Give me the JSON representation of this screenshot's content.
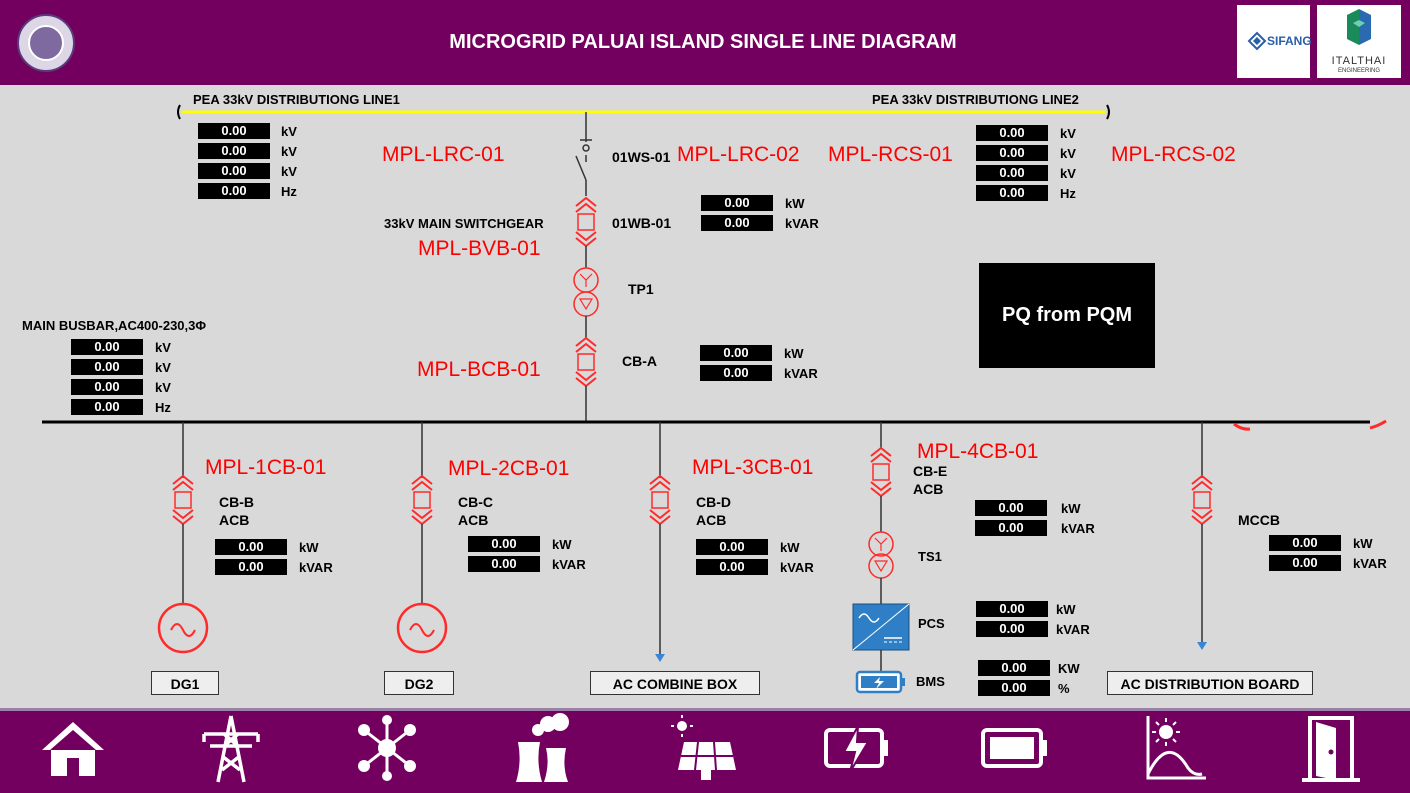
{
  "header": {
    "title": "MICROGRID PALUAI ISLAND SINGLE LINE DIAGRAM",
    "logo_sifang": "SIFANG",
    "logo_italthai": "ITALTHAI",
    "logo_italthai_sub": "ENGINEERING"
  },
  "lines": {
    "pea1": "PEA 33kV DISTRIBUTIONG LINE1",
    "pea2": "PEA 33kV DISTRIBUTIONG LINE2",
    "main_switchgear": "33kV MAIN SWITCHGEAR",
    "main_busbar": "MAIN BUSBAR,AC400-230,3Φ"
  },
  "tags": {
    "lrc01": "MPL-LRC-01",
    "lrc02": "MPL-LRC-02",
    "rcs01": "MPL-RCS-01",
    "rcs02": "MPL-RCS-02",
    "bvb01": "MPL-BVB-01",
    "bcb01": "MPL-BCB-01",
    "cb1": "MPL-1CB-01",
    "cb2": "MPL-2CB-01",
    "cb3": "MPL-3CB-01",
    "cb4": "MPL-4CB-01"
  },
  "equipment": {
    "ws01": "01WS-01",
    "wb01": "01WB-01",
    "tp1": "TP1",
    "cba": "CB-A",
    "cbb": "CB-B",
    "cbc": "CB-C",
    "cbd": "CB-D",
    "cbe": "CB-E",
    "acb": "ACB",
    "mccb": "MCCB",
    "ts1": "TS1",
    "pcs": "PCS",
    "bms": "BMS"
  },
  "boxes": {
    "dg1": "DG1",
    "dg2": "DG2",
    "ac_combine": "AC COMBINE BOX",
    "ac_dist": "AC DISTRIBUTION BOARD"
  },
  "pq_label": "PQ from PQM",
  "readings": {
    "line1": [
      {
        "value": "0.00",
        "unit": "kV"
      },
      {
        "value": "0.00",
        "unit": "kV"
      },
      {
        "value": "0.00",
        "unit": "kV"
      },
      {
        "value": "0.00",
        "unit": "Hz"
      }
    ],
    "line2": [
      {
        "value": "0.00",
        "unit": "kV"
      },
      {
        "value": "0.00",
        "unit": "kV"
      },
      {
        "value": "0.00",
        "unit": "kV"
      },
      {
        "value": "0.00",
        "unit": "Hz"
      }
    ],
    "busbar": [
      {
        "value": "0.00",
        "unit": "kV"
      },
      {
        "value": "0.00",
        "unit": "kV"
      },
      {
        "value": "0.00",
        "unit": "kV"
      },
      {
        "value": "0.00",
        "unit": "Hz"
      }
    ],
    "wb01": [
      {
        "value": "0.00",
        "unit": "kW"
      },
      {
        "value": "0.00",
        "unit": "kVAR"
      }
    ],
    "cba": [
      {
        "value": "0.00",
        "unit": "kW"
      },
      {
        "value": "0.00",
        "unit": "kVAR"
      }
    ],
    "cbb": [
      {
        "value": "0.00",
        "unit": "kW"
      },
      {
        "value": "0.00",
        "unit": "kVAR"
      }
    ],
    "cbc": [
      {
        "value": "0.00",
        "unit": "kW"
      },
      {
        "value": "0.00",
        "unit": "kVAR"
      }
    ],
    "cbd": [
      {
        "value": "0.00",
        "unit": "kW"
      },
      {
        "value": "0.00",
        "unit": "kVAR"
      }
    ],
    "cbe": [
      {
        "value": "0.00",
        "unit": "kW"
      },
      {
        "value": "0.00",
        "unit": "kVAR"
      }
    ],
    "mccb": [
      {
        "value": "0.00",
        "unit": "kW"
      },
      {
        "value": "0.00",
        "unit": "kVAR"
      }
    ],
    "pcs": [
      {
        "value": "0.00",
        "unit": "kW"
      },
      {
        "value": "0.00",
        "unit": "kVAR"
      }
    ],
    "bms": [
      {
        "value": "0.00",
        "unit": "KW"
      },
      {
        "value": "0.00",
        "unit": "%"
      }
    ]
  },
  "nav": [
    {
      "icon": "home-icon"
    },
    {
      "icon": "transmission-tower-icon"
    },
    {
      "icon": "network-icon"
    },
    {
      "icon": "power-plant-icon"
    },
    {
      "icon": "solar-panel-icon"
    },
    {
      "icon": "battery-charging-icon"
    },
    {
      "icon": "battery-icon"
    },
    {
      "icon": "solar-irradiance-icon"
    },
    {
      "icon": "exit-door-icon"
    }
  ],
  "colors": {
    "header_bg": "#73005f",
    "canvas_bg": "#d9d9d9",
    "tag_red": "#ff0000",
    "line_yellow": "#ffff00"
  }
}
